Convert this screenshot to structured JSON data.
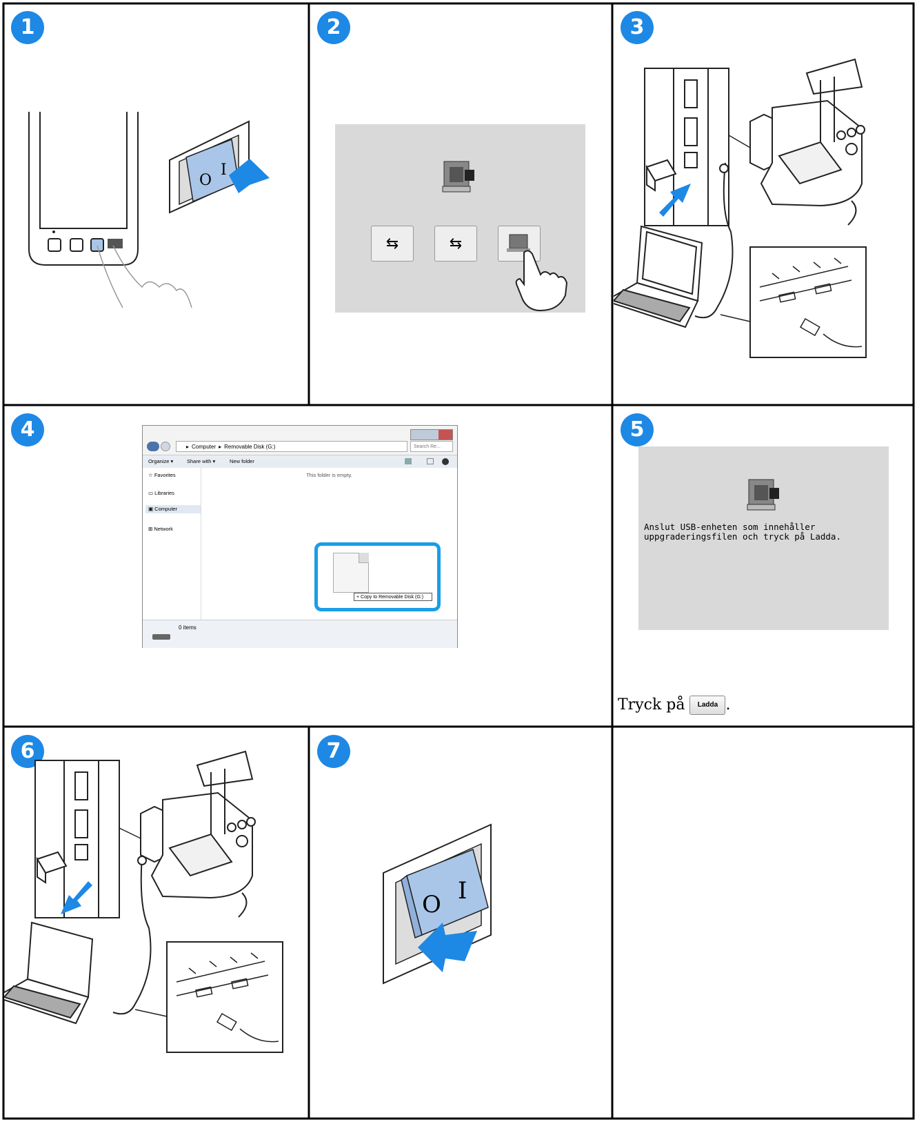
{
  "steps": [
    {
      "number": "1"
    },
    {
      "number": "2"
    },
    {
      "number": "3"
    },
    {
      "number": "4"
    },
    {
      "number": "5"
    },
    {
      "number": "6"
    },
    {
      "number": "7"
    }
  ],
  "switch": {
    "off_symbol": "O",
    "on_symbol": "I"
  },
  "explorer": {
    "breadcrumb_computer": "Computer",
    "breadcrumb_disk": "Removable Disk (G:)",
    "search_placeholder": "Search Re...",
    "toolbar": {
      "organize": "Organize ▾",
      "share_with": "Share with ▾",
      "new_folder": "New folder"
    },
    "nav": [
      "Favorites",
      "Libraries",
      "Computer",
      "Network"
    ],
    "empty_message": "This folder is empty.",
    "copy_tooltip": "+ Copy to Removable Disk (G:)",
    "status_items": "0 items"
  },
  "machine_screen": {
    "message_line1": "Anslut USB-enheten som innehåller",
    "message_line2": "uppgraderingsfilen och tryck på Ladda."
  },
  "step5_instruction": {
    "prefix": "Tryck på",
    "button_label": "Ladda",
    "suffix": "."
  },
  "colors": {
    "badge": "#1e88e5",
    "highlight": "#1a9ee6",
    "switch": "#a9c6e8",
    "screen_bg": "#d9d9d9"
  }
}
